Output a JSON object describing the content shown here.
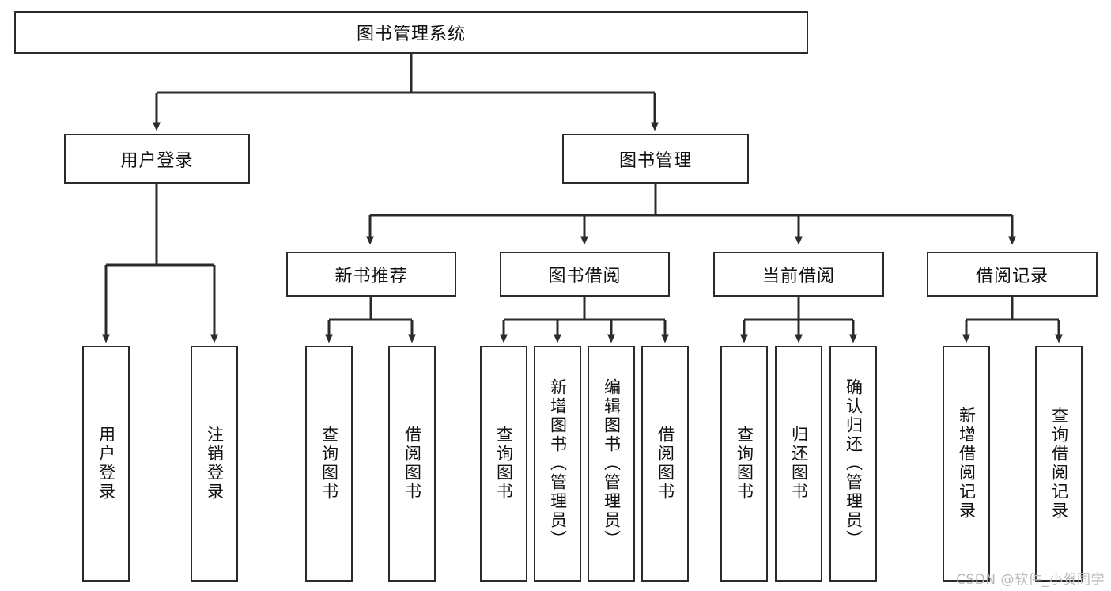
{
  "diagram": {
    "title": "图书管理系统",
    "type": "tree-hierarchy",
    "root": {
      "label": "图书管理系统"
    },
    "level2": [
      {
        "label": "用户登录"
      },
      {
        "label": "图书管理"
      }
    ],
    "level3": [
      {
        "label": "新书推荐"
      },
      {
        "label": "图书借阅"
      },
      {
        "label": "当前借阅"
      },
      {
        "label": "借阅记录"
      }
    ],
    "leaves": {
      "user_login": [
        {
          "label": "用户登录"
        },
        {
          "label": "注销登录"
        }
      ],
      "new_book_recommend": [
        {
          "label": "查询图书"
        },
        {
          "label": "借阅图书"
        }
      ],
      "book_borrow": [
        {
          "label": "查询图书"
        },
        {
          "label": "新增图书（管理员）"
        },
        {
          "label": "编辑图书（管理员）"
        },
        {
          "label": "借阅图书"
        }
      ],
      "current_borrow": [
        {
          "label": "查询图书"
        },
        {
          "label": "归还图书"
        },
        {
          "label": "确认归还（管理员）"
        }
      ],
      "borrow_record": [
        {
          "label": "新增借阅记录"
        },
        {
          "label": "查询借阅记录"
        }
      ]
    }
  },
  "watermark": {
    "text": "CSDN @软件_小贺同学"
  },
  "colors": {
    "stroke": "#2b2b2b",
    "fill": "#ffffff",
    "text": "#111111",
    "watermark": "#b9b9b9"
  }
}
